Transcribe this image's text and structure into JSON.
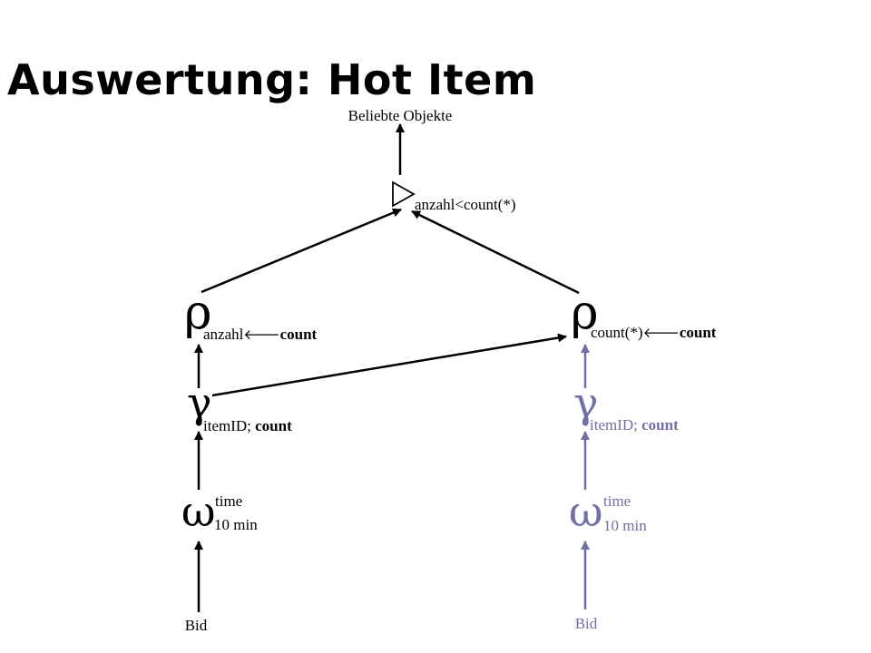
{
  "title": "Auswertung: Hot Item",
  "colors": {
    "black": "#000000",
    "secondary": "#6e70a6"
  },
  "nodes": {
    "output": {
      "text": "Beliebte Objekte"
    },
    "filter": {
      "symbol": "triangle-right-icon",
      "subscript": "anzahl<count(*)"
    },
    "rho_left": {
      "symbol": "ρ",
      "sub_plain": "anzahl",
      "sub_arrow": "🡐",
      "sub_bold": "count"
    },
    "rho_right": {
      "symbol": "ρ",
      "sub_plain": "count(*)",
      "sub_arrow": "🡐",
      "sub_bold": "count"
    },
    "gamma_left": {
      "symbol": "γ",
      "sub_plain": "itemID; ",
      "sub_bold": "count"
    },
    "gamma_right": {
      "symbol": "γ",
      "sub_plain": "itemID; ",
      "sub_bold": "count"
    },
    "omega_left": {
      "symbol": "ω",
      "sup": "time",
      "sub": "10 min"
    },
    "omega_right": {
      "symbol": "ω",
      "sup": "time",
      "sub": "10 min"
    },
    "bid_left": {
      "text": "Bid"
    },
    "bid_right": {
      "text": "Bid"
    }
  }
}
